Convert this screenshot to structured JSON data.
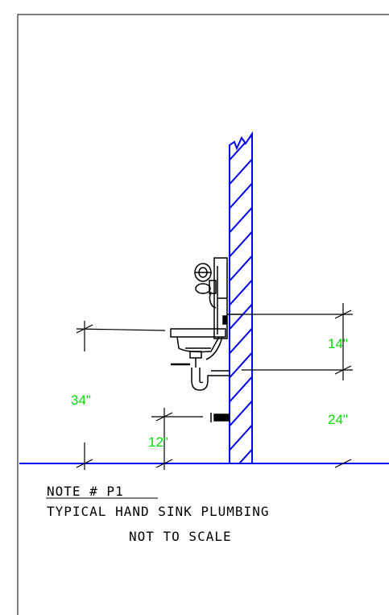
{
  "dimensions": {
    "sink_rim_height": "34\"",
    "wall_backing_height": "24\"",
    "backing_depth": "14\"",
    "shutoff_height": "12\""
  },
  "note": {
    "number": "NOTE # P1",
    "title": "TYPICAL HAND SINK PLUMBING",
    "scale": "NOT TO SCALE"
  },
  "colors": {
    "wall": "#0000ff",
    "floor": "#0000ff",
    "dimension_text": "#00dd00",
    "linework": "#000000"
  }
}
